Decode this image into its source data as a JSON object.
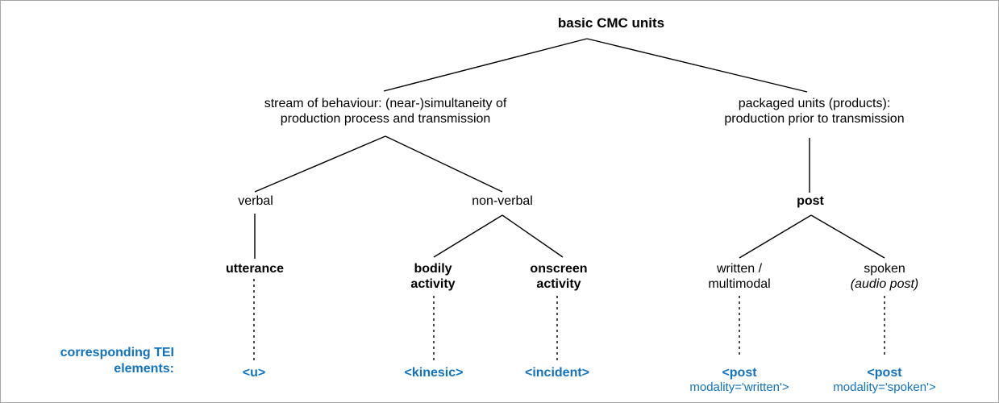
{
  "diagram": {
    "title_node": "basic CMC units",
    "background_color": "#ffffff",
    "line_color": "#000000",
    "tei_color": "#1172c0",
    "level2": {
      "left_line1": "stream of behaviour: (near-)simultaneity of",
      "left_line2": "production process and transmission",
      "right_line1": "packaged units (products):",
      "right_line2": "production prior to transmission"
    },
    "level3": {
      "verbal": "verbal",
      "non_verbal": "non-verbal",
      "post": "post"
    },
    "level4": {
      "utterance": "utterance",
      "bodily_line1": "bodily",
      "bodily_line2": "activity",
      "onscreen_line1": "onscreen",
      "onscreen_line2": "activity",
      "written_line1": "written /",
      "written_line2": "multimodal",
      "spoken_line1": "spoken",
      "spoken_line2": "(audio post)"
    },
    "tei": {
      "legend_line1": "corresponding TEI",
      "legend_line2": "elements:",
      "u": "<u>",
      "kinesic": "<kinesic>",
      "incident": "<incident>",
      "post_written_tag": "<post",
      "post_written_attr": "modality='written'>",
      "post_spoken_tag": "<post",
      "post_spoken_attr": "modality='spoken'>"
    }
  }
}
